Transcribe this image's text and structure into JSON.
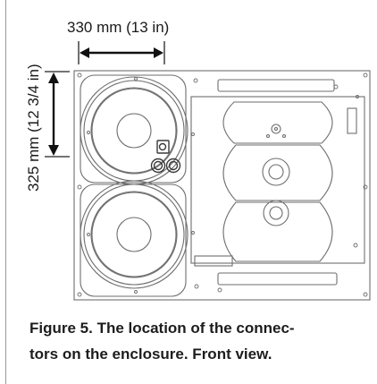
{
  "dimensions": {
    "width_label": "330 mm (13 in)",
    "height_label": "325 mm (12 3/4 in)"
  },
  "caption": {
    "line1": "Figure 5. The location of the connec-",
    "line2": "tors on the enclosure. Front view."
  },
  "colors": {
    "line": "#6e6e6e",
    "text": "#1d1d1d"
  }
}
